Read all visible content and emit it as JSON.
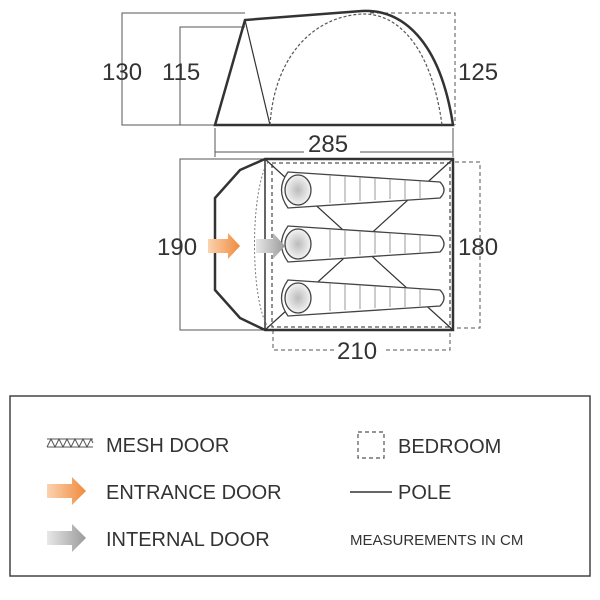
{
  "dimensions": {
    "side_height_outer": "130",
    "side_height_inner": "115",
    "side_height_rear": "125",
    "total_length": "285",
    "width_outer": "190",
    "width_bedroom": "180",
    "bedroom_length": "210"
  },
  "legend": {
    "mesh_door": "MESH DOOR",
    "entrance_door": "ENTRANCE DOOR",
    "internal_door": "INTERNAL DOOR",
    "bedroom": "BEDROOM",
    "pole": "POLE",
    "units_note": "MEASUREMENTS IN CM"
  },
  "colors": {
    "line": "#333333",
    "dim_line": "#555555",
    "entrance_arrow": "#f08a3c",
    "internal_arrow": "#a8a8a8",
    "mesh": "#777777"
  },
  "icons": {
    "mesh_door": "mesh-zigzag-icon",
    "entrance_door": "orange-arrow-icon",
    "internal_door": "grey-arrow-icon",
    "bedroom": "dashed-square-icon",
    "pole": "line-icon"
  }
}
